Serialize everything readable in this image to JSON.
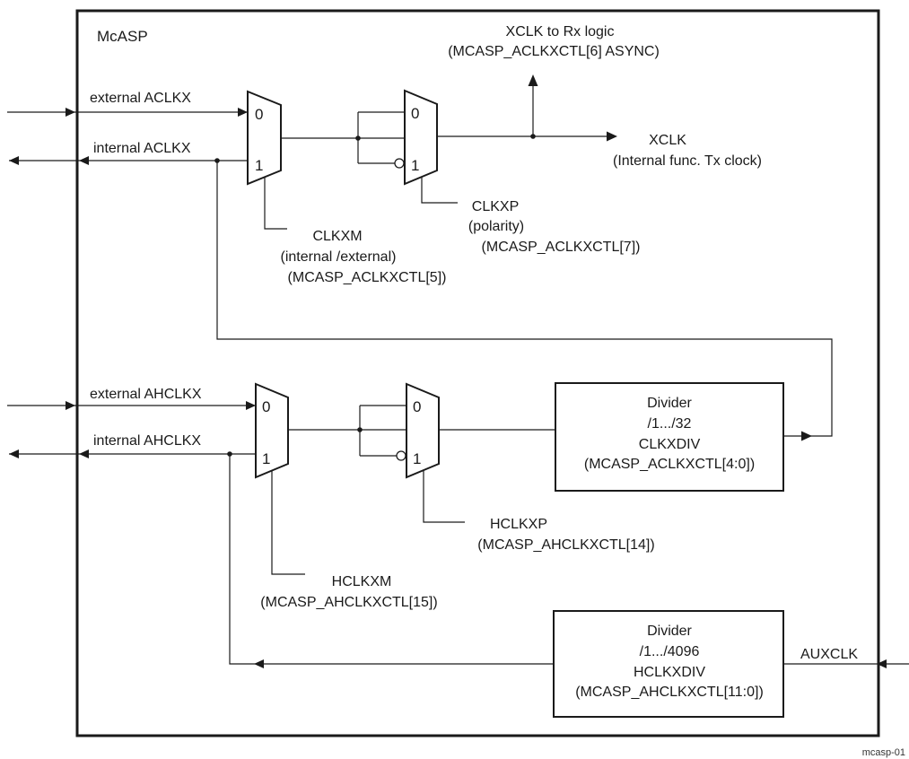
{
  "block_title": "McASP",
  "signals": {
    "external_aclkx": "external ACLKX",
    "internal_aclkx": "internal ACLKX",
    "external_ahclkx": "external AHCLKX",
    "internal_ahclkx": "internal AHCLKX",
    "auxclk": "AUXCLK"
  },
  "outputs": {
    "xclk_rx_line1": "XCLK to Rx logic",
    "xclk_rx_line2": "(MCASP_ACLKXCTL[6] ASYNC)",
    "xclk_line1": "XCLK",
    "xclk_line2": "(Internal func. Tx clock)"
  },
  "mux_inputs": {
    "zero": "0",
    "one": "1"
  },
  "controls": {
    "clkxm": [
      "CLKXM",
      "(internal /external)",
      "(MCASP_ACLKXCTL[5])"
    ],
    "clkxp": [
      "CLKXP",
      "(polarity)",
      "(MCASP_ACLKXCTL[7])"
    ],
    "hclkxm": [
      "HCLKXM",
      "(MCASP_AHCLKXCTL[15])"
    ],
    "hclkxp": [
      "HCLKXP",
      "(MCASP_AHCLKXCTL[14])"
    ]
  },
  "dividers": {
    "clkxdiv": [
      "Divider",
      "/1.../32",
      "CLKXDIV",
      "(MCASP_ACLKXCTL[4:0])"
    ],
    "hclkxdiv": [
      "Divider",
      "/1.../4096",
      "HCLKXDIV",
      "(MCASP_AHCLKXCTL[11:0])"
    ]
  },
  "footer_id": "mcasp-01"
}
